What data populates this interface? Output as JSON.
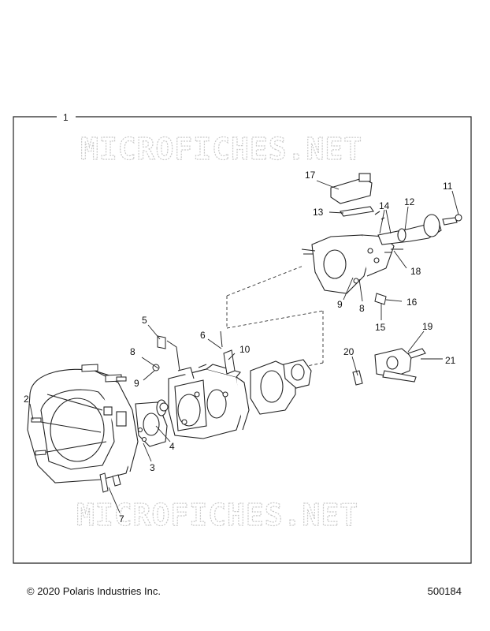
{
  "diagram": {
    "frame_label": "1",
    "watermark_text": "MICROFICHES.NET",
    "callouts": [
      "2",
      "3",
      "4",
      "5",
      "6",
      "7",
      "8",
      "8",
      "9",
      "9",
      "10",
      "11",
      "12",
      "13",
      "14",
      "15",
      "16",
      "17",
      "18",
      "19",
      "20",
      "21"
    ]
  },
  "footer": {
    "copyright": "© 2020 Polaris Industries Inc.",
    "doc_id": "500184"
  }
}
